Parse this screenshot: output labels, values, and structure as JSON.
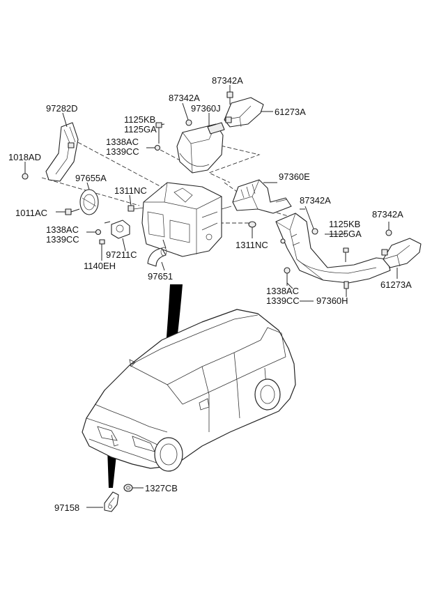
{
  "labels": {
    "l_97282D": "97282D",
    "l_87342A_top": "87342A",
    "l_87342A_mid": "87342A",
    "l_97360J": "97360J",
    "l_61273A_top": "61273A",
    "l_1125KB_a": "1125KB",
    "l_1125GA_a": "1125GA",
    "l_1338AC_a": "1338AC",
    "l_1339CC_a": "1339CC",
    "l_1018AD": "1018AD",
    "l_97655A": "97655A",
    "l_1311NC_a": "1311NC",
    "l_97360E": "97360E",
    "l_1011AC": "1011AC",
    "l_87342A_r1": "87342A",
    "l_87342A_r2": "87342A",
    "l_1125KB_b": "1125KB",
    "l_1125GA_b": "1125GA",
    "l_1338AC_b": "1338AC",
    "l_1339CC_b": "1339CC",
    "l_97211C": "97211C",
    "l_1140EH": "1140EH",
    "l_1311NC_b": "1311NC",
    "l_97651": "97651",
    "l_1338AC_c": "1338AC",
    "l_1339CC_c": "1339CC",
    "l_61273A_bot": "61273A",
    "l_97360H": "97360H",
    "l_1327CB": "1327CB",
    "l_97158": "97158"
  }
}
